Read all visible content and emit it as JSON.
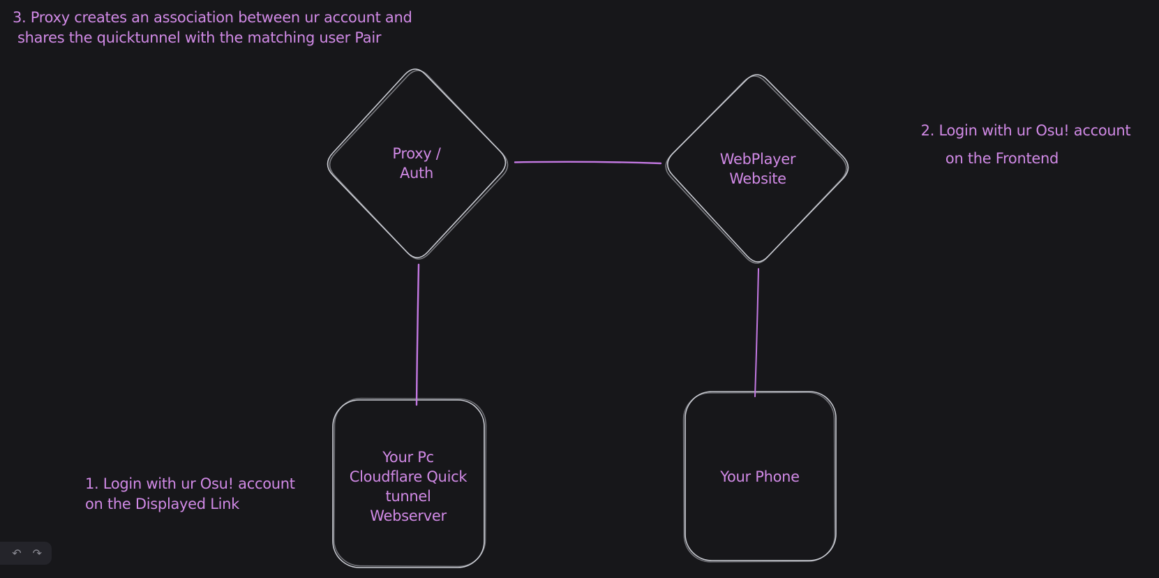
{
  "canvas": {
    "background_color": "#17171a",
    "shape_stroke_color": "#ccced5",
    "connector_color": "#c479e3",
    "text_color": "#d18ae6"
  },
  "annotations": {
    "step3": {
      "line1": "3. Proxy creates an association between ur account and",
      "line2": "shares the quicktunnel with the matching user Pair"
    },
    "step2": {
      "line1": "2. Login with ur Osu! account",
      "line2": "on the Frontend"
    },
    "step1": {
      "line1": "1. Login with ur Osu! account",
      "line2": "on the Displayed Link"
    }
  },
  "nodes": {
    "proxy_auth": {
      "shape": "diamond",
      "lines": [
        "Proxy /",
        "Auth"
      ]
    },
    "webplayer": {
      "shape": "diamond",
      "lines": [
        "WebPlayer",
        "Website"
      ]
    },
    "pc_webserver": {
      "shape": "rounded-rectangle",
      "lines": [
        "Your Pc",
        "Cloudflare Quick",
        "tunnel",
        "Webserver"
      ]
    },
    "phone": {
      "shape": "rounded-rectangle",
      "lines": [
        "Your Phone"
      ]
    }
  },
  "toolbar": {
    "undo_icon": "↶",
    "redo_icon": "↷"
  }
}
